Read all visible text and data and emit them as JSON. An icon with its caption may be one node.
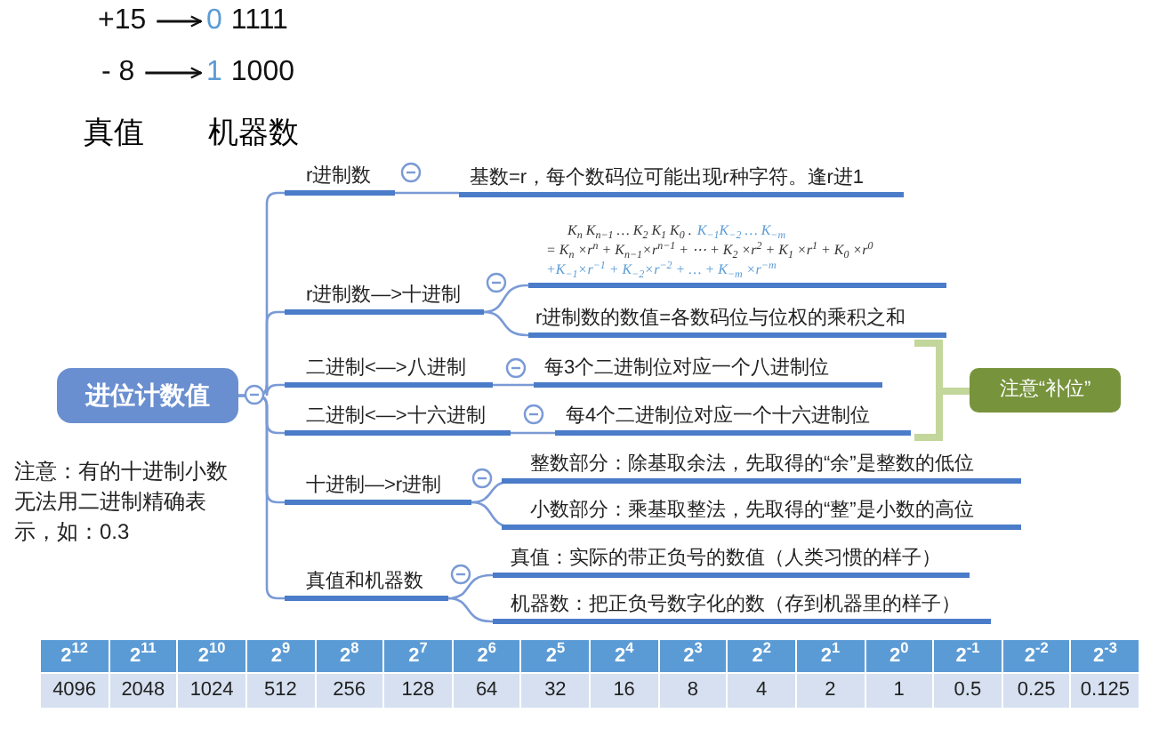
{
  "diagram": {
    "nodes": [
      {
        "text": [
          "+15"
        ]
      },
      {
        "text": [
          "0",
          "1111"
        ]
      },
      {
        "text": [
          "- 8"
        ]
      },
      {
        "text": [
          "1",
          "1000"
        ]
      },
      {
        "text": [
          "进位计数值"
        ]
      },
      {
        "text": [
          "r进制数"
        ]
      },
      {
        "text": [
          "基数=r，每个数码位可能出现r种字符。逢r进1"
        ]
      },
      {
        "text": [
          "r进制数—>十进制"
        ]
      },
      {
        "text": [
          "K$_{n}$ K$_{n−1}$ … K$_{2}$ K$_{1}$ K$_{0}$ .",
          "K$_{−1}$K$_{−2}$ … K$_{−m}$",
          "= K$_{n}$ ×r$^{n}$ + K$_{n−1}$×r$^{n−1}$ + ⋯ + K$_{2}$ ×r$^{2}$ + K$_{1}$ ×r$^{1}$ + K$_{0}$ ×r$^{0}$",
          "+K$_{−1}$×r$^{−1}$ + K$_{−2}$×r$^{−2}$ + … + K$_{−m}$ ×r$^{−m}$"
        ]
      },
      {
        "text": [
          "r进制数的数值=各数码位与位权的乘积之和"
        ]
      },
      {
        "text": [
          "二进制<—>八进制"
        ]
      },
      {
        "text": [
          "每3个二进制位对应一个八进制位"
        ]
      },
      {
        "text": [
          "二进制<—>十六进制"
        ]
      },
      {
        "text": [
          "每4个二进制位对应一个十六进制位"
        ]
      },
      {
        "text": [
          "注意“补位”"
        ]
      },
      {
        "text": [
          "十进制—>r进制"
        ]
      },
      {
        "text": [
          "整数部分：除基取余法，先取得的“余”是整数的低位"
        ]
      },
      {
        "text": [
          "小数部分：乘基取整法，先取得的“整”是小数的高位"
        ]
      },
      {
        "text": [
          "真值和机器数"
        ]
      },
      {
        "text": [
          "真值：实际的带正负号的数值（人类习惯的样子）"
        ]
      },
      {
        "text": [
          "机器数：把正负号数字化的数（存到机器里的样子）"
        ]
      }
    ],
    "edges": [
      {
        "from": 0,
        "to": 1,
        "arrow": "to",
        "color": "#111111"
      },
      {
        "from": 2,
        "to": 3,
        "arrow": "to",
        "color": "#111111"
      },
      {
        "from": 4,
        "to": 5,
        "arrow": "none"
      },
      {
        "from": 4,
        "to": 7,
        "arrow": "none"
      },
      {
        "from": 4,
        "to": 10,
        "arrow": "none"
      },
      {
        "from": 4,
        "to": 12,
        "arrow": "none"
      },
      {
        "from": 4,
        "to": 15,
        "arrow": "none"
      },
      {
        "from": 4,
        "to": 18,
        "arrow": "none"
      },
      {
        "from": 5,
        "to": 6,
        "arrow": "none"
      },
      {
        "from": 7,
        "to": 8,
        "arrow": "none"
      },
      {
        "from": 7,
        "to": 9,
        "arrow": "none"
      },
      {
        "from": 10,
        "to": 11,
        "arrow": "none"
      },
      {
        "from": 12,
        "to": 13,
        "arrow": "none"
      },
      {
        "from": 15,
        "to": 16,
        "arrow": "none"
      },
      {
        "from": 15,
        "to": 17,
        "arrow": "none"
      },
      {
        "from": 18,
        "to": 19,
        "arrow": "none"
      },
      {
        "from": 18,
        "to": 20,
        "arrow": "none"
      }
    ],
    "labels": [
      "真值",
      "机器数",
      "注意：有的十进制小数无法用二进制精确表示，如：0.3",
      "2$^{12}$",
      "2$^{11}$",
      "2$^{10}$",
      "2$^{9}$",
      "2$^{8}$",
      "2$^{7}$",
      "2$^{6}$",
      "2$^{5}$",
      "2$^{4}$",
      "2$^{3}$",
      "2$^{2}$",
      "2$^{1}$",
      "2$^{0}$",
      "2$^{-1}$",
      "2$^{-2}$",
      "2$^{-3}$",
      "4096",
      "2048",
      "1024",
      "512",
      "256",
      "128",
      "64",
      "32",
      "16",
      "8",
      "4",
      "2",
      "1",
      "0.5",
      "0.25",
      "0.125"
    ]
  }
}
